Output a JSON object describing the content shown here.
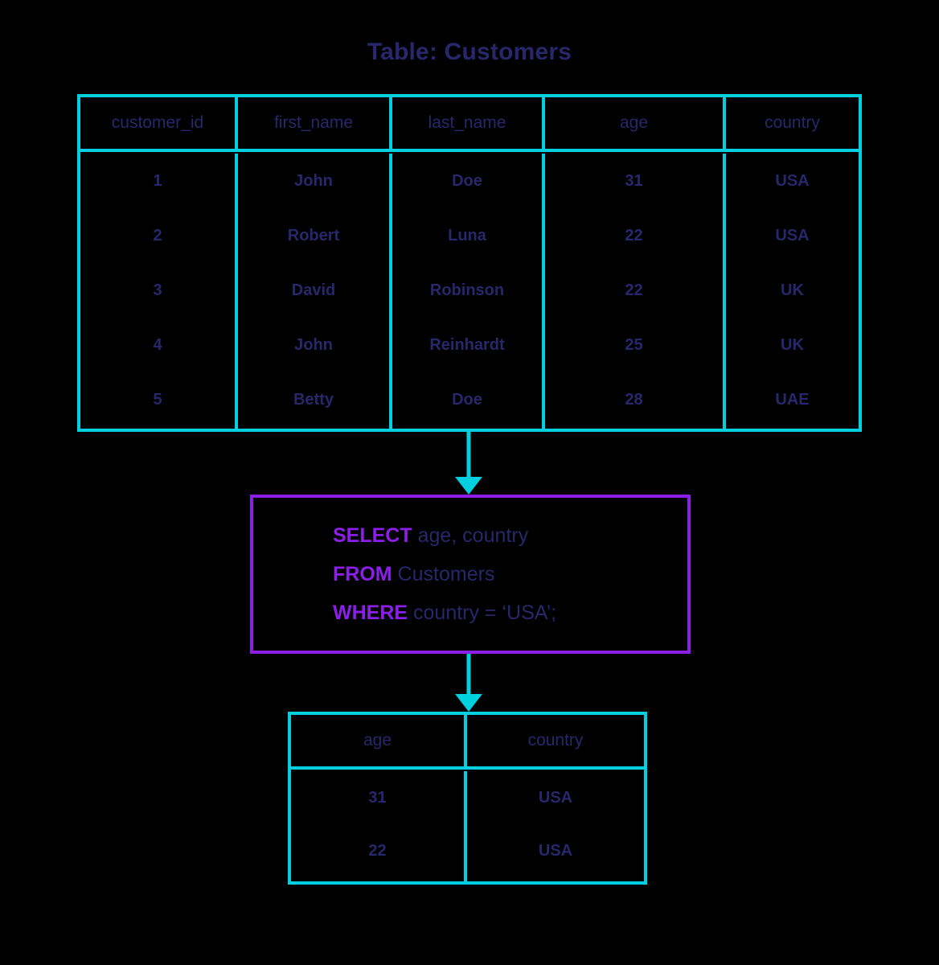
{
  "title": "Table: Customers",
  "colors": {
    "background": "#000000",
    "table_border": "#00cfe0",
    "text": "#28276b",
    "keyword": "#8b1fe8",
    "query_border": "#8b1fe8"
  },
  "customers_table": {
    "name": "Customers",
    "columns": [
      "customer_id",
      "first_name",
      "last_name",
      "age",
      "country"
    ],
    "rows": [
      [
        "1",
        "John",
        "Doe",
        "31",
        "USA"
      ],
      [
        "2",
        "Robert",
        "Luna",
        "22",
        "USA"
      ],
      [
        "3",
        "David",
        "Robinson",
        "22",
        "UK"
      ],
      [
        "4",
        "John",
        "Reinhardt",
        "25",
        "UK"
      ],
      [
        "5",
        "Betty",
        "Doe",
        "28",
        "UAE"
      ]
    ]
  },
  "query": {
    "lines": [
      {
        "keyword": "SELECT",
        "rest": " age, country"
      },
      {
        "keyword": "FROM",
        "rest": " Customers"
      },
      {
        "keyword": "WHERE",
        "rest": " country = ‘USA’;"
      }
    ],
    "full_text": "SELECT age, country FROM Customers WHERE country = ‘USA’;"
  },
  "result_table": {
    "columns": [
      "age",
      "country"
    ],
    "rows": [
      [
        "31",
        "USA"
      ],
      [
        "22",
        "USA"
      ]
    ]
  },
  "arrows": [
    {
      "name": "table-to-query",
      "direction": "down"
    },
    {
      "name": "query-to-result",
      "direction": "down"
    }
  ]
}
